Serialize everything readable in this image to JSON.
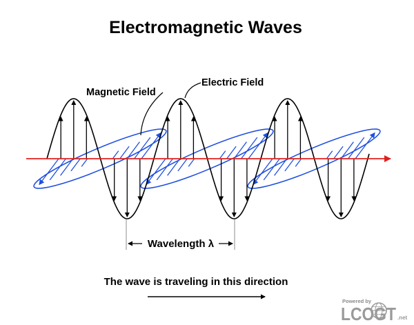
{
  "title": "Electromagnetic Waves",
  "labels": {
    "magnetic_field": "Magnetic Field",
    "electric_field": "Electric Field",
    "wavelength": "Wavelength λ",
    "direction_caption": "The wave is traveling in this direction"
  },
  "logo": {
    "powered_by": "Powered by",
    "name": "LCOGT",
    "suffix": ".net"
  },
  "colors": {
    "electric": "#000000",
    "magnetic": "#1f4fe0",
    "axis": "#e0201c",
    "logo": "#9a9a9a"
  }
}
